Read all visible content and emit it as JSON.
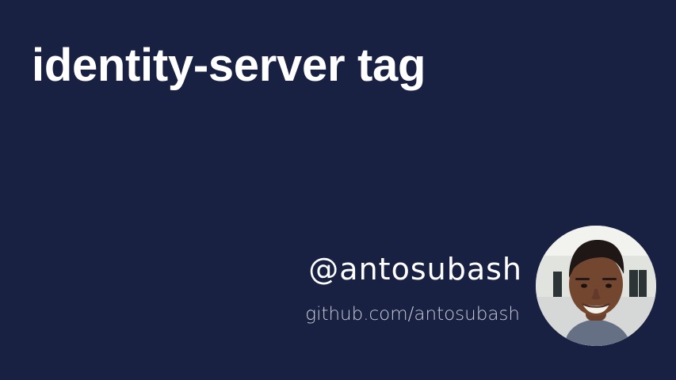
{
  "slide": {
    "title": "identity-server tag",
    "author_handle": "@antosubash",
    "author_link": "github.com/antosubash"
  },
  "avatar": {
    "icon": "profile-photo-avatar"
  },
  "colors": {
    "background": "#182142",
    "title_text": "#ffffff",
    "link_text": "#c7ccd8"
  }
}
